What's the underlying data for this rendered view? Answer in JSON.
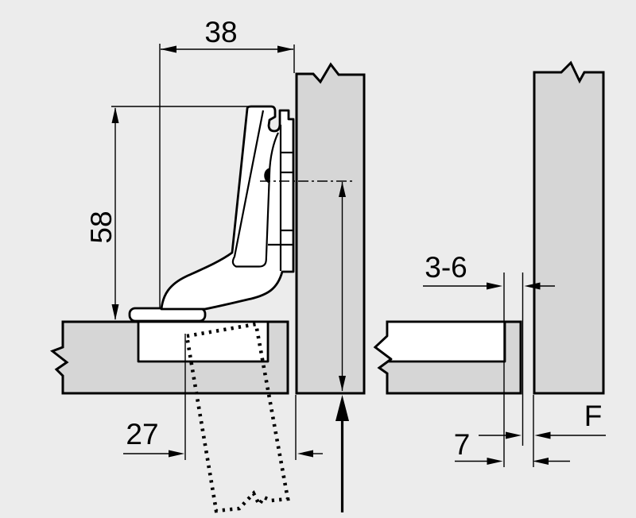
{
  "drawing": {
    "labels": {
      "d38": "38",
      "d58": "58",
      "d27": "27",
      "d36": "3-6",
      "d7": "7",
      "dF": "F"
    },
    "colors": {
      "background": "#ececec",
      "panel": "#d6d6d6",
      "line": "#000000",
      "fill_white": "#ffffff"
    }
  }
}
